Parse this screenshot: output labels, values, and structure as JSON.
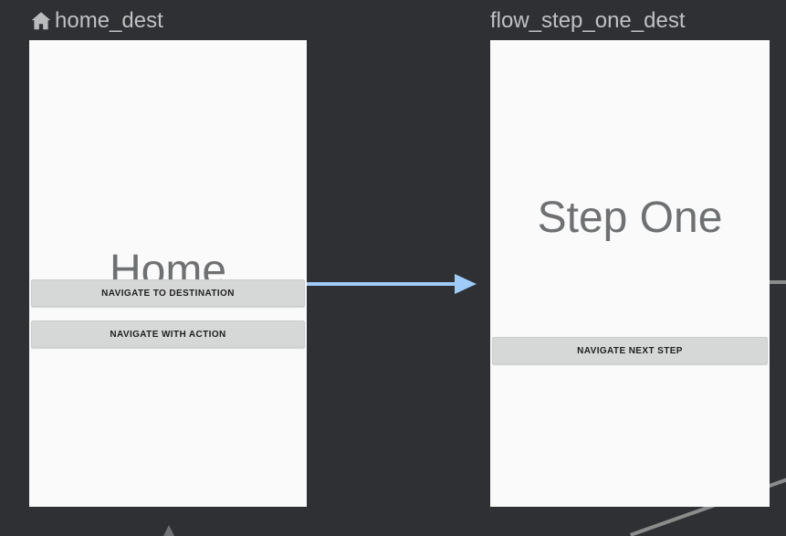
{
  "canvas": {
    "background_color": "#2e3033",
    "connector_color": "#8b8d8d"
  },
  "destinations": [
    {
      "id": "home_dest",
      "label": "home_dest",
      "start_icon": "home-icon",
      "screen_title": "Home",
      "screen_background": "#fafafa",
      "title_color": "#6e7072",
      "buttons": [
        {
          "id": "navigate_to_destination",
          "label": "NAVIGATE TO DESTINATION"
        },
        {
          "id": "navigate_with_action",
          "label": "NAVIGATE WITH ACTION"
        }
      ]
    },
    {
      "id": "flow_step_one_dest",
      "label": "flow_step_one_dest",
      "start_icon": null,
      "screen_title": "Step One",
      "screen_background": "#fafafa",
      "title_color": "#6e7072",
      "buttons": [
        {
          "id": "navigate_next_step",
          "label": "NAVIGATE NEXT STEP"
        }
      ]
    }
  ],
  "action_arrow": {
    "from": "home_dest",
    "to": "flow_step_one_dest",
    "color": "#9ecbf7",
    "direction": "right"
  },
  "partial_connectors": [
    {
      "id": "edge-right-stub",
      "color": "#8b8d8d"
    },
    {
      "id": "edge-diagonal",
      "color": "#8b8d8d"
    },
    {
      "id": "arrow-tip-bottom",
      "color": "#6f7173"
    }
  ]
}
